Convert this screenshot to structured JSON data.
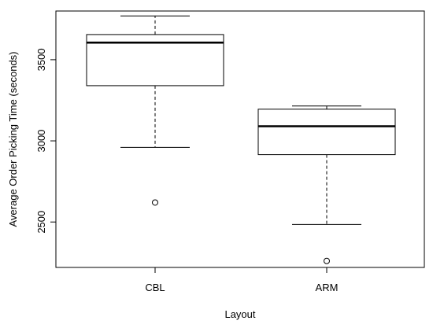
{
  "chart_data": {
    "type": "boxplot",
    "xlabel": "Layout",
    "ylabel": "Average Order Picking Time (seconds)",
    "ylim": [
      2220,
      3800
    ],
    "yticks": [
      2500,
      3000,
      3500
    ],
    "categories": [
      "CBL",
      "ARM"
    ],
    "boxes": [
      {
        "name": "CBL",
        "whisker_low": 2960,
        "q1": 3340,
        "median": 3605,
        "q3": 3655,
        "whisker_high": 3770,
        "outliers": [
          2620
        ]
      },
      {
        "name": "ARM",
        "whisker_low": 2485,
        "q1": 2915,
        "median": 3090,
        "q3": 3195,
        "whisker_high": 3215,
        "outliers": [
          2260
        ]
      }
    ],
    "grid": false,
    "legend": "none"
  }
}
